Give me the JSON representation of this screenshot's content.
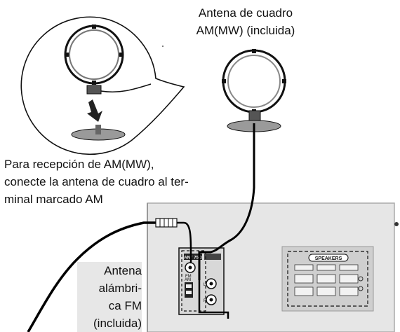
{
  "labels": {
    "am_loop": [
      "Antena de cuadro",
      "AM(MW) (incluida)"
    ],
    "instruction": [
      "Para recepción de AM(MW),",
      "conecte la antena de cuadro al ter-",
      "minal marcado AM"
    ],
    "fm_wire": [
      "Antena",
      "alámbri-",
      "ca FM",
      "(incluida)"
    ]
  },
  "panel_text": {
    "speakers": "SPEAKERS",
    "ant_jack": "ANT 75Ω",
    "fm_tag": "FM",
    "am_tag": "AM",
    "l_tag": "L",
    "r_tag": "R"
  },
  "colors": {
    "line": "#000000",
    "panel": "#e6e6e6",
    "panel_edge": "#b9b9b9",
    "speaker_plate": "#cfcfcf"
  }
}
